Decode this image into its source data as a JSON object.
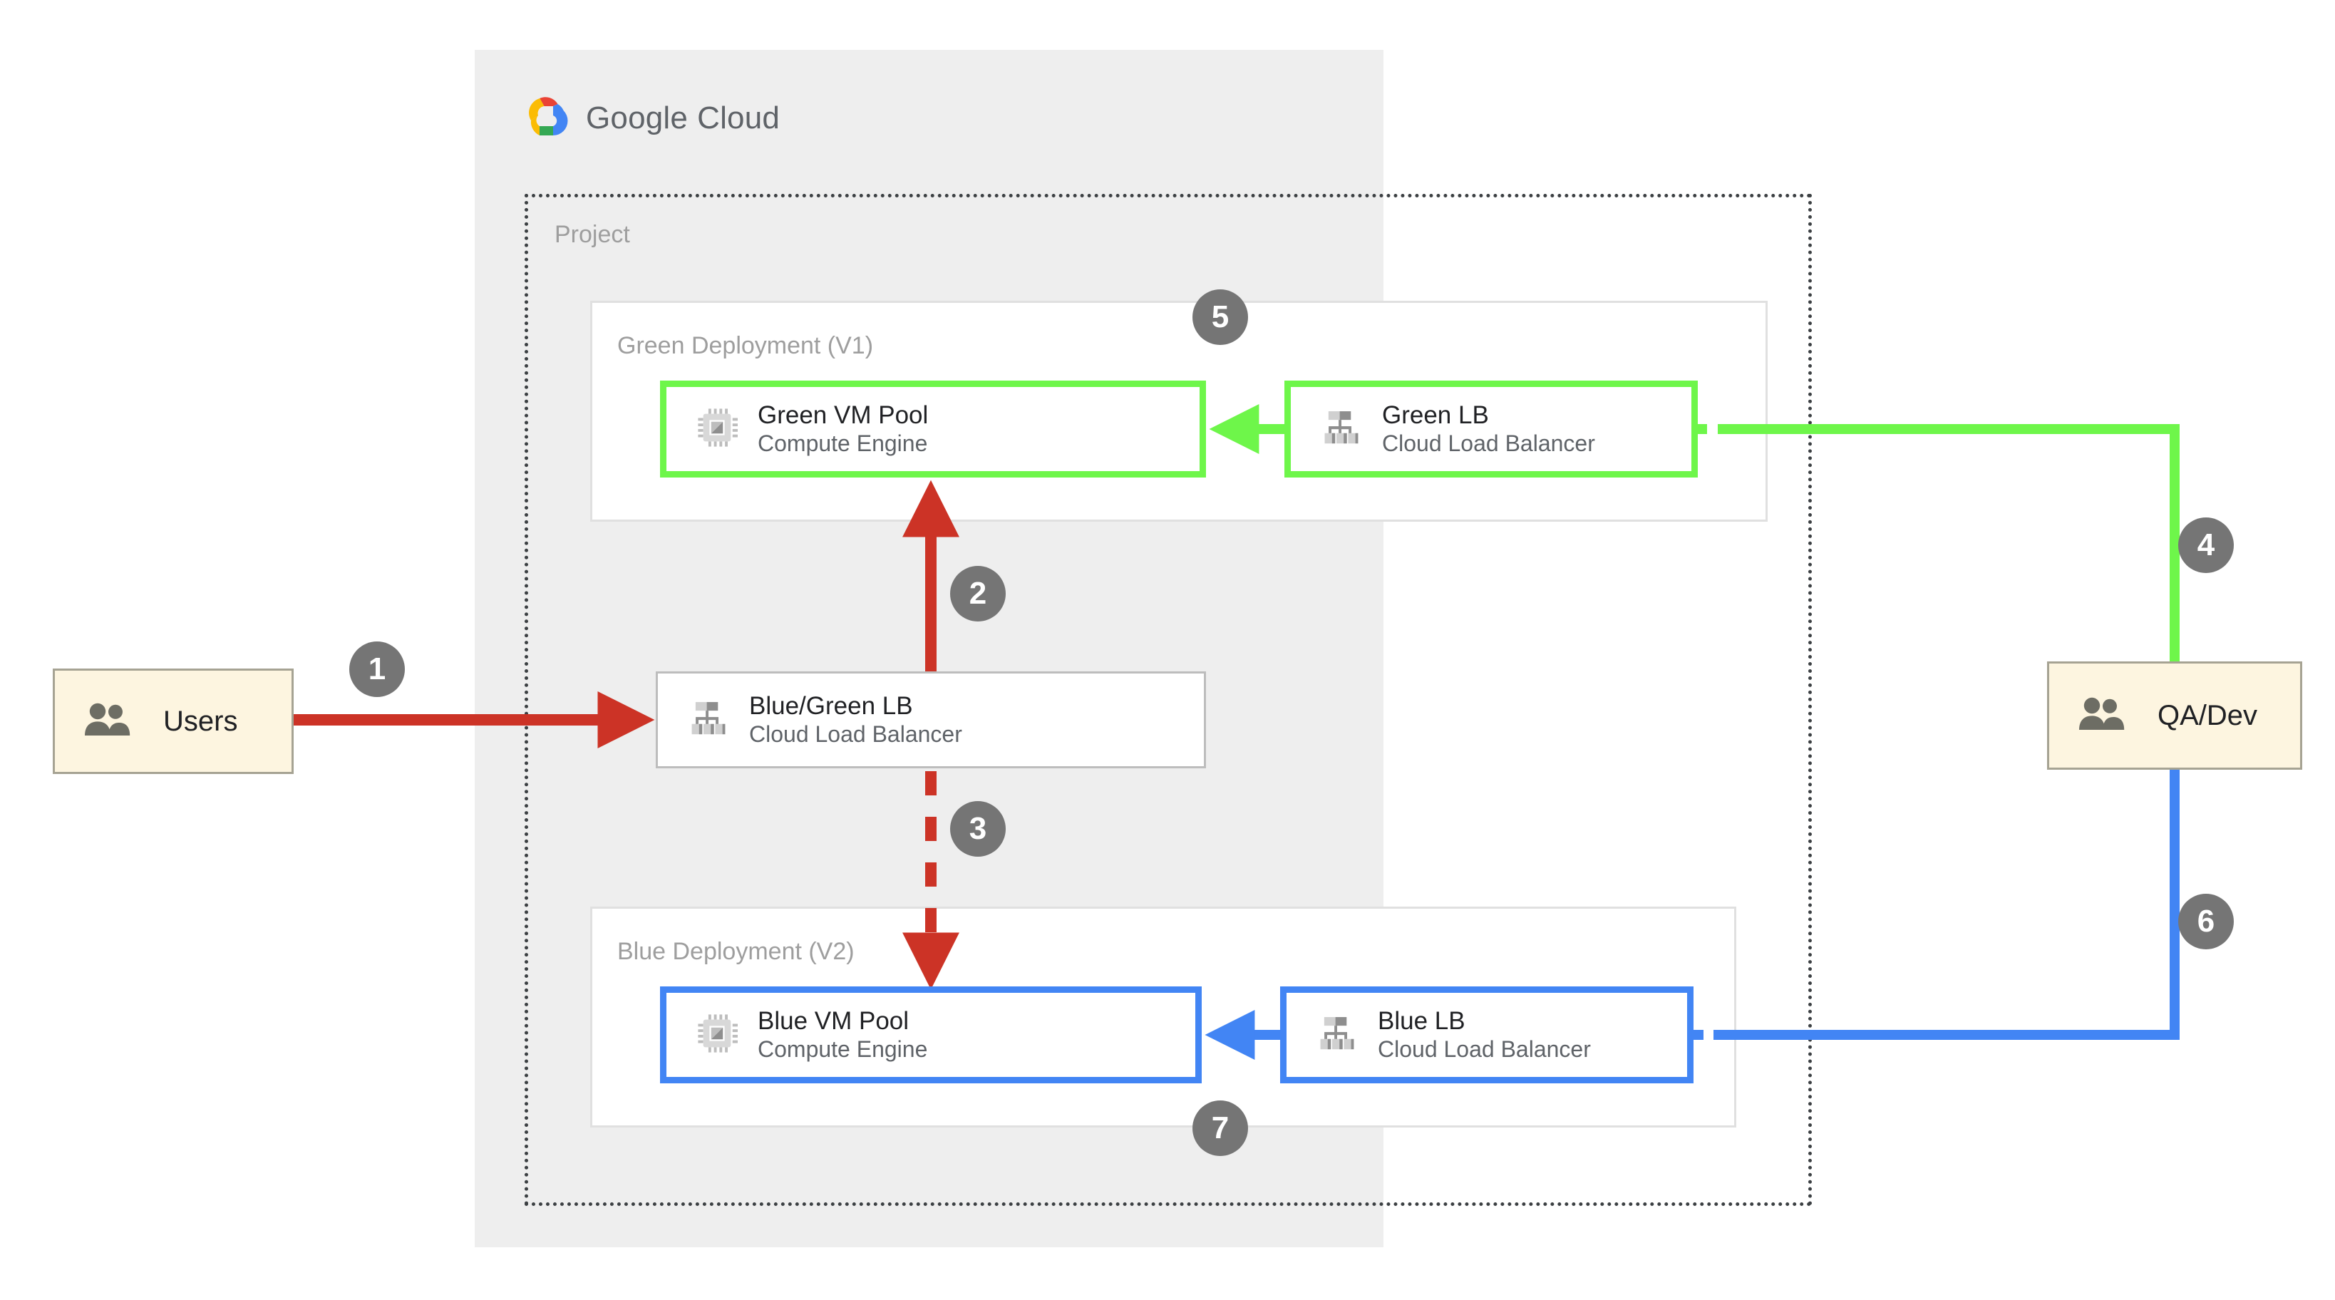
{
  "brand": {
    "name_part1": "Google",
    "name_part2": "Cloud",
    "logo_icon": "google-cloud-logo",
    "colors": {
      "red": "#ea4335",
      "yellow": "#fbbc04",
      "green": "#34a853",
      "blue": "#4285f4"
    }
  },
  "project": {
    "label": "Project"
  },
  "groups": {
    "green": {
      "label": "Green Deployment (V1)"
    },
    "blue": {
      "label": "Blue Deployment (V2)"
    }
  },
  "nodes": {
    "green_vm": {
      "title": "Green VM Pool",
      "subtitle": "Compute Engine",
      "icon": "compute-engine-icon",
      "border_color": "#6ef64a"
    },
    "green_lb": {
      "title": "Green LB",
      "subtitle": "Cloud Load Balancer",
      "icon": "load-balancer-icon",
      "border_color": "#6ef64a"
    },
    "bluegreen_lb": {
      "title": "Blue/Green LB",
      "subtitle": "Cloud Load Balancer",
      "icon": "load-balancer-icon",
      "border_color": "#bdbdbd"
    },
    "blue_vm": {
      "title": "Blue VM Pool",
      "subtitle": "Compute Engine",
      "icon": "compute-engine-icon",
      "border_color": "#4285f4"
    },
    "blue_lb": {
      "title": "Blue LB",
      "subtitle": "Cloud Load Balancer",
      "icon": "load-balancer-icon",
      "border_color": "#4285f4"
    }
  },
  "actors": {
    "users": {
      "label": "Users",
      "icon": "people-icon",
      "fill": "#fdf5e0"
    },
    "qadev": {
      "label": "QA/Dev",
      "icon": "people-icon",
      "fill": "#fdf5e0"
    }
  },
  "steps": [
    {
      "number": "1",
      "color": "#757575"
    },
    {
      "number": "2",
      "color": "#757575"
    },
    {
      "number": "3",
      "color": "#757575"
    },
    {
      "number": "4",
      "color": "#757575"
    },
    {
      "number": "5",
      "color": "#757575"
    },
    {
      "number": "6",
      "color": "#757575"
    },
    {
      "number": "7",
      "color": "#757575"
    }
  ],
  "flows": {
    "users_to_bluegreen_lb": {
      "style": "solid",
      "color": "#cc3326"
    },
    "bluegreen_lb_to_green_vm": {
      "style": "solid",
      "color": "#cc3326"
    },
    "bluegreen_lb_to_blue_vm": {
      "style": "dashed",
      "color": "#cc3326"
    },
    "qadev_to_green_lb": {
      "style": "solid",
      "color": "#6ef64a"
    },
    "green_lb_to_green_vm": {
      "style": "solid",
      "color": "#6ef64a"
    },
    "qadev_to_blue_lb": {
      "style": "solid",
      "color": "#4285f4"
    },
    "blue_lb_to_blue_vm": {
      "style": "solid",
      "color": "#4285f4"
    }
  }
}
